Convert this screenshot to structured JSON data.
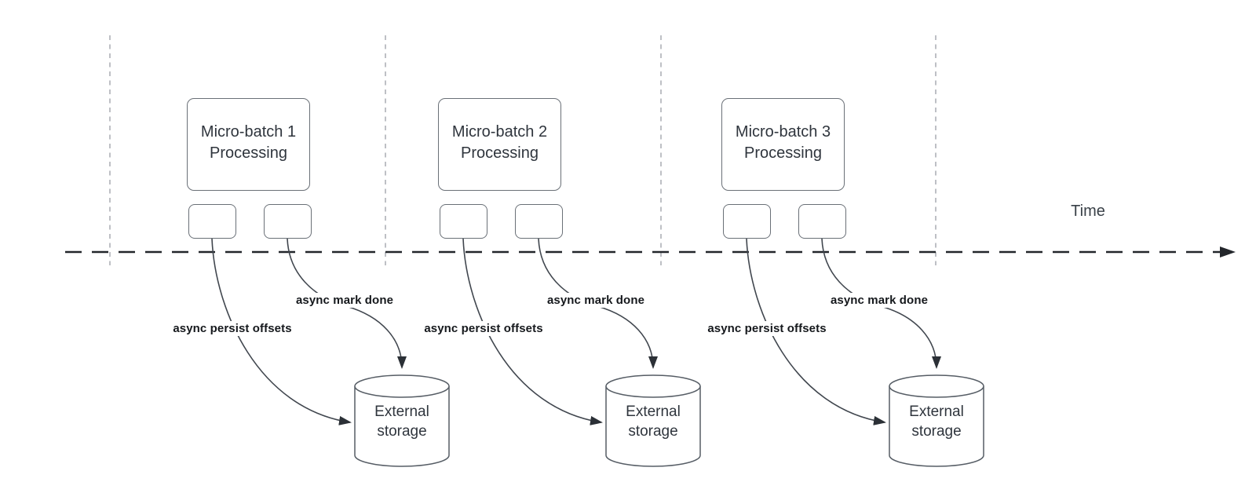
{
  "diagram": {
    "time_axis_label": "Time"
  },
  "groups": [
    {
      "title_line1": "Micro-batch 1",
      "title_line2": "Processing",
      "persist_label": "async persist offsets",
      "done_label": "async mark done",
      "storage_line1": "External",
      "storage_line2": "storage"
    },
    {
      "title_line1": "Micro-batch 2",
      "title_line2": "Processing",
      "persist_label": "async persist offsets",
      "done_label": "async mark done",
      "storage_line1": "External",
      "storage_line2": "storage"
    },
    {
      "title_line1": "Micro-batch 3",
      "title_line2": "Processing",
      "persist_label": "async persist offsets",
      "done_label": "async mark done",
      "storage_line1": "External",
      "storage_line2": "storage"
    }
  ],
  "colors": {
    "arrow_line": "#40464e",
    "timeline": "#23262b",
    "lane_divider": "#a8acb2",
    "box_border": "#6a7077",
    "box_text": "#2f353d",
    "label_text": "#15181c"
  }
}
